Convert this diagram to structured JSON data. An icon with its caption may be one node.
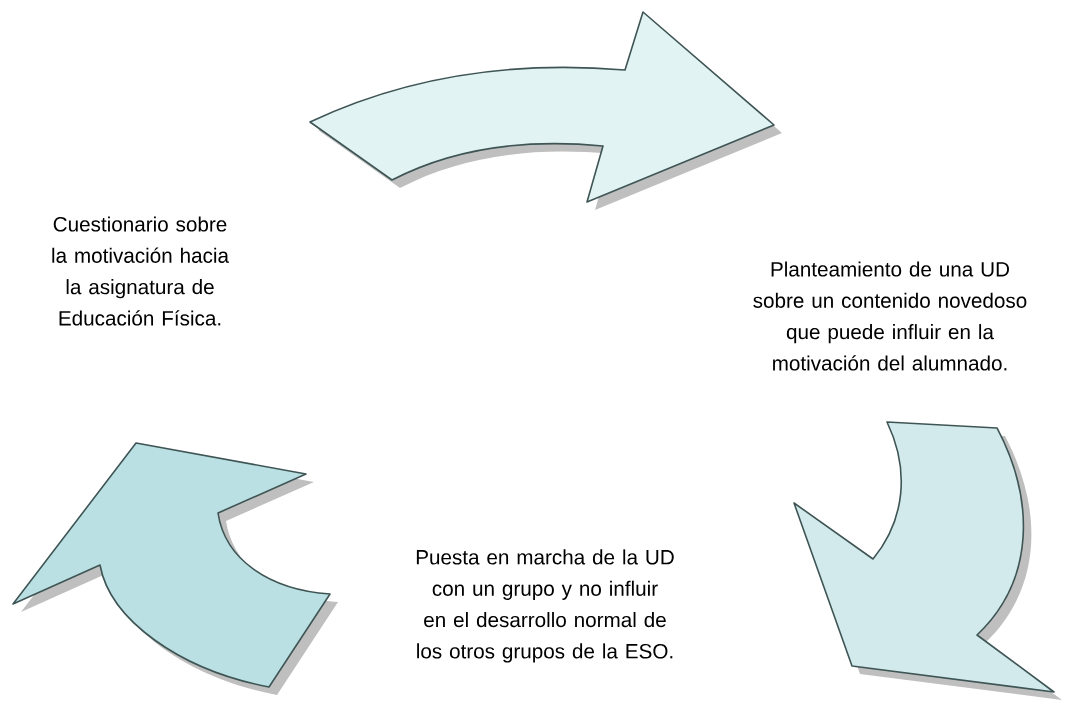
{
  "diagram": {
    "nodes": [
      {
        "text": [
          "Cuestionario sobre la motivación hacia la asignatura de Educación Física."
        ]
      },
      {
        "text": [
          "Planteamiento de una UD sobre un contenido novedoso que puede influir en la motivación del alumnado."
        ]
      },
      {
        "text": [
          "Puesta en marcha de la UD con un grupo y no influir en el desarrollo normal de los otros grupos de la ESO."
        ]
      }
    ],
    "edges": [
      {
        "from": 0,
        "to": 1,
        "arrow": "to"
      },
      {
        "from": 1,
        "to": 2,
        "arrow": "to"
      },
      {
        "from": 2,
        "to": 0,
        "arrow": "to"
      }
    ]
  }
}
